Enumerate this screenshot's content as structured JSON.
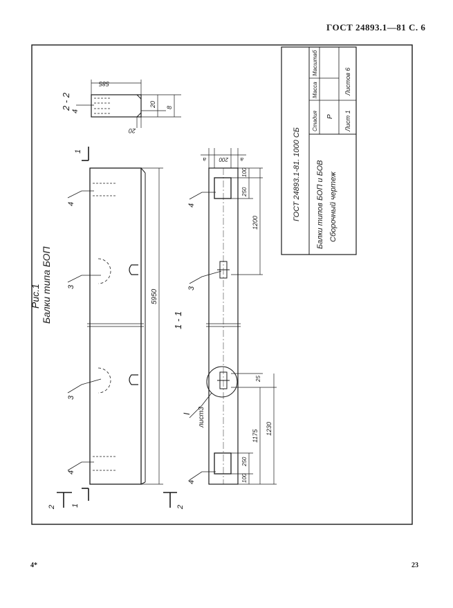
{
  "header": {
    "standard": "ГОСТ 24893.1—81 С. 6"
  },
  "footer": {
    "left": "4*",
    "right": "23"
  },
  "figure": {
    "caption": "Рис.1",
    "subtitle": "Балки типа БОП",
    "section_2_2": "2 - 2",
    "section_1_1": "1 - 1",
    "cut_mark_1": "1",
    "cut_mark_2": "2",
    "callout_3": "3",
    "callout_4": "4",
    "callout_I": "I",
    "callout_list": "лист3"
  },
  "dimensions": {
    "length": "5950",
    "width_585": "585",
    "dim_20": "20",
    "dim_8": "8",
    "dim_20b": "20",
    "dim_200": "200",
    "dim_a": "а",
    "dim_100": "100",
    "dim_250": "250",
    "dim_1200": "1200",
    "dim_25": "25",
    "dim_1175": "1175",
    "dim_1230": "1230"
  },
  "title_block": {
    "code": "ГОСТ 24893.1-81. 1000 СБ",
    "name_line1": "Балки типов БОП и БОВ",
    "name_line2": "Сборочный чертеж",
    "col_stage": "Стадия",
    "col_mass": "Масса",
    "col_scale": "Масштаб",
    "stage_value": "Р",
    "sheet": "Лист 1",
    "sheets": "Листов 6"
  }
}
